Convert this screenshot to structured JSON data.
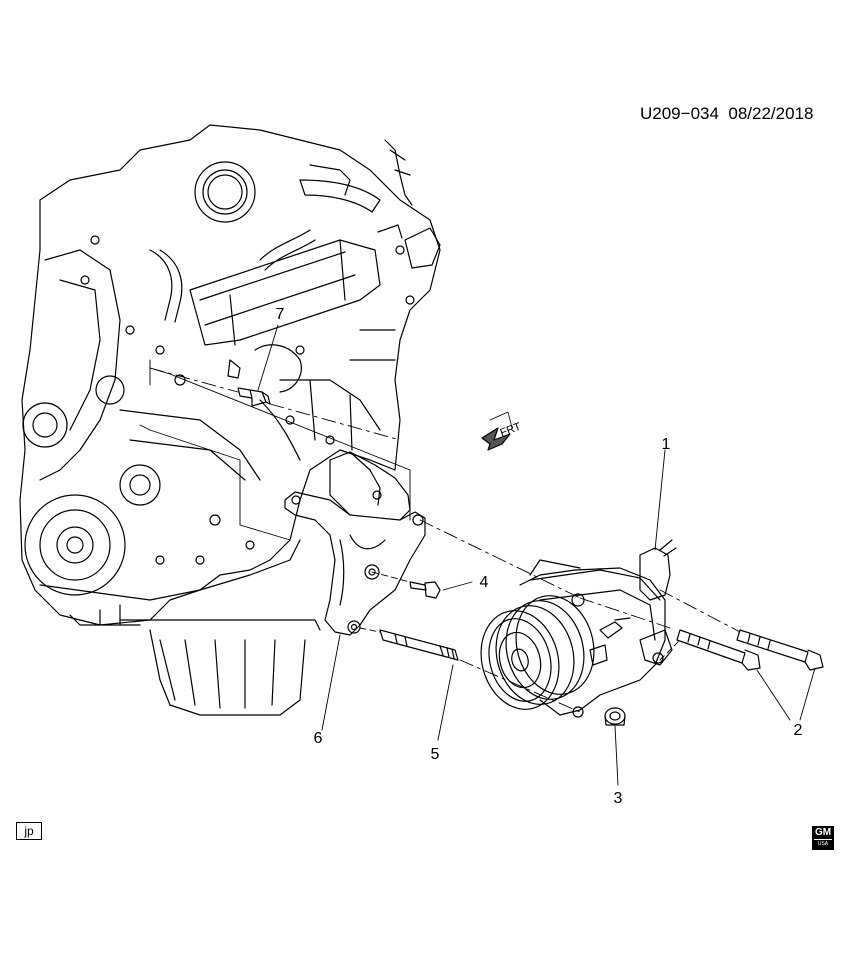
{
  "header": {
    "diagram_code": "U209−034",
    "date": "08/22/2018"
  },
  "direction_indicator": {
    "label": "FRT",
    "icon": "front-arrow-icon"
  },
  "callouts": [
    {
      "number": "1",
      "part": "compressor"
    },
    {
      "number": "2",
      "part": "long-bolts"
    },
    {
      "number": "3",
      "part": "nut"
    },
    {
      "number": "4",
      "part": "bolt"
    },
    {
      "number": "5",
      "part": "stud"
    },
    {
      "number": "6",
      "part": "bracket"
    },
    {
      "number": "7",
      "part": "bolt"
    }
  ],
  "footer": {
    "jp_label": "jp",
    "logo_text": "GM",
    "logo_subtext": "USA"
  },
  "colors": {
    "line": "#000000",
    "background": "#ffffff",
    "arrow_fill": "#555555"
  }
}
